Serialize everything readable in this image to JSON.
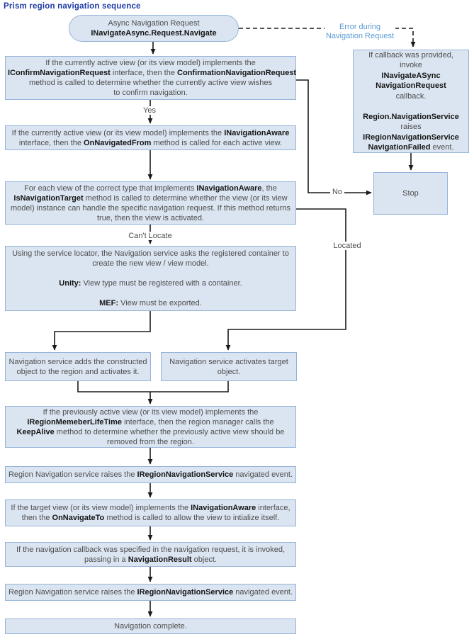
{
  "title": "Prism region navigation sequence",
  "colors": {
    "box_fill": "#dbe5f1",
    "box_border": "#95b3d7",
    "title_text": "#1c3aa5",
    "error_label_text": "#5b9bd5",
    "connector": "#1a1a1a"
  },
  "labels": {
    "yes": "Yes",
    "no": "No",
    "cant_locate": "Can't Locate",
    "located": "Located",
    "error_line1": "Error during",
    "error_line2": "Navigation Request"
  },
  "nodes": {
    "start": {
      "lines": [
        [
          {
            "t": "Async Navigation Request"
          }
        ],
        [
          {
            "t": "INavigateAsync.Request.Navigate",
            "b": true
          }
        ]
      ]
    },
    "confirm": {
      "lines": [
        [
          {
            "t": "If the currently active view (or its view model) implements the"
          }
        ],
        [
          {
            "t": "IConfirmNavigationRequest",
            "b": true
          },
          {
            "t": " interface, then the "
          },
          {
            "t": "ConfirmationNavigationRequest",
            "b": true
          }
        ],
        [
          {
            "t": "method is called to determine whether the currently active view wishes"
          }
        ],
        [
          {
            "t": "to confirm navigation."
          }
        ]
      ]
    },
    "navigated_from": {
      "lines": [
        [
          {
            "t": "If the currently active view (or its view model) implements the "
          },
          {
            "t": "INavigationAware",
            "b": true
          }
        ],
        [
          {
            "t": "interface, then the "
          },
          {
            "t": "OnNavigatedFrom",
            "b": true
          },
          {
            "t": " method is called for each active view."
          }
        ]
      ]
    },
    "is_navigation_target": {
      "lines": [
        [
          {
            "t": "For each view of the correct type that implements "
          },
          {
            "t": "INavigationAware",
            "b": true
          },
          {
            "t": ", the"
          }
        ],
        [
          {
            "t": "IsNavigationTarget",
            "b": true
          },
          {
            "t": " method is called to determine whether the view (or its view"
          }
        ],
        [
          {
            "t": "model) instance can handle the specific navigation request. If this method returns"
          }
        ],
        [
          {
            "t": "true, then the view is activated."
          }
        ]
      ]
    },
    "service_locator": {
      "lines": [
        [
          {
            "t": "Using the service locator, the Navigation service asks the registered container to"
          }
        ],
        [
          {
            "t": "create the new view / view model."
          }
        ],
        [],
        [
          {
            "t": "Unity:",
            "b": true
          },
          {
            "t": "  View type must be registered with a container."
          }
        ],
        [],
        [
          {
            "t": "MEF:",
            "b": true
          },
          {
            "t": " View must be exported."
          }
        ]
      ]
    },
    "add_to_region": {
      "lines": [
        [
          {
            "t": "Navigation service adds the constructed"
          }
        ],
        [
          {
            "t": "object to the region and activates it."
          }
        ]
      ]
    },
    "activate_target": {
      "lines": [
        [
          {
            "t": "Navigation service activates target"
          }
        ],
        [
          {
            "t": "object."
          }
        ]
      ]
    },
    "keep_alive": {
      "lines": [
        [
          {
            "t": "If the previously active view (or its view model) implements the"
          }
        ],
        [
          {
            "t": "IRegionMemeberLifeTime",
            "b": true
          },
          {
            "t": " interface, then the region manager calls the"
          }
        ],
        [
          {
            "t": "KeepAlive",
            "b": true
          },
          {
            "t": " method to determine whether the previously active view should be"
          }
        ],
        [
          {
            "t": "removed from the region."
          }
        ]
      ]
    },
    "raises_navigated_1": {
      "lines": [
        [
          {
            "t": "Region Navigation service raises the "
          },
          {
            "t": "IRegionNavigationService",
            "b": true
          },
          {
            "t": " navigated event."
          }
        ]
      ]
    },
    "on_navigate_to": {
      "lines": [
        [
          {
            "t": "If the target view (or its view model) implements the "
          },
          {
            "t": "INavigationAware",
            "b": true
          },
          {
            "t": " interface,"
          }
        ],
        [
          {
            "t": "then the "
          },
          {
            "t": "OnNavigateTo",
            "b": true
          },
          {
            "t": " method is called to allow the view to intialize itself."
          }
        ]
      ]
    },
    "navigation_callback": {
      "lines": [
        [
          {
            "t": "If the navigation callback was specified in the navigation request, it is invoked,"
          }
        ],
        [
          {
            "t": "passing in a "
          },
          {
            "t": "NavigationResult",
            "b": true
          },
          {
            "t": " object."
          }
        ]
      ]
    },
    "raises_navigated_2": {
      "lines": [
        [
          {
            "t": "Region Navigation service raises the "
          },
          {
            "t": "IRegionNavigationService",
            "b": true
          },
          {
            "t": " navigated event."
          }
        ]
      ]
    },
    "complete": {
      "lines": [
        [
          {
            "t": "Navigation complete."
          }
        ]
      ]
    },
    "error_callback": {
      "lines": [
        [
          {
            "t": "If callback was provided,"
          }
        ],
        [
          {
            "t": "invoke"
          }
        ],
        [
          {
            "t": "INavigateASync",
            "b": true
          }
        ],
        [
          {
            "t": "NavigationRequest",
            "b": true
          }
        ],
        [
          {
            "t": "callback."
          }
        ],
        [],
        [
          {
            "t": "Region.NavigationService",
            "b": true
          }
        ],
        [
          {
            "t": "raises"
          }
        ],
        [
          {
            "t": "IRegionNavigationService",
            "b": true
          }
        ],
        [
          {
            "t": "NavigationFailed",
            "b": true
          },
          {
            "t": " event."
          }
        ]
      ]
    },
    "stop": {
      "lines": [
        [
          {
            "t": "Stop"
          }
        ]
      ]
    }
  }
}
